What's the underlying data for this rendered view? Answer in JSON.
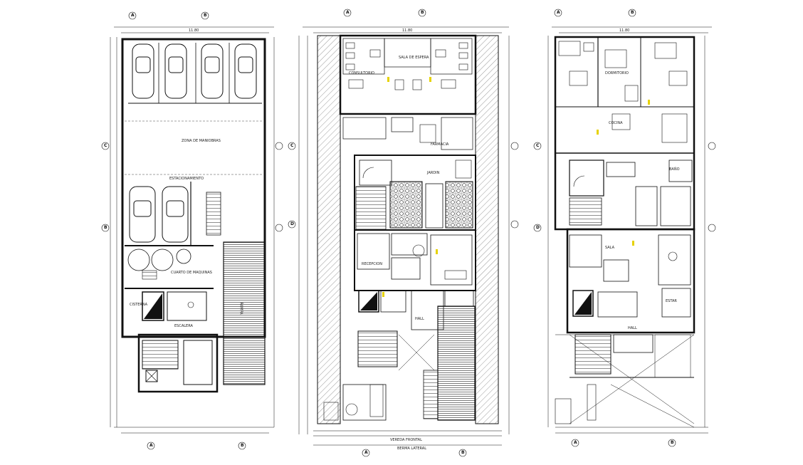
{
  "drawing": {
    "plans": [
      {
        "id": "basement",
        "grid_top": [
          "A",
          "B"
        ],
        "grid_bottom": [
          "A",
          "B"
        ],
        "grid_side": [
          "C",
          "B"
        ],
        "overall_dimension": "11.80",
        "room_labels": [
          "ZONA DE MANIOBRAS",
          "ESTACIONAMIENTO",
          "CUARTO DE MAQUINAS",
          "CISTERNA",
          "ESCALERA",
          "RAMPA"
        ]
      },
      {
        "id": "ground",
        "grid_top": [
          "A",
          "B"
        ],
        "grid_bottom": [
          "A",
          "B"
        ],
        "grid_side": [
          "C",
          "D"
        ],
        "overall_dimension": "11.80",
        "room_labels": [
          "SALA DE ESPERA",
          "CONSULTORIO",
          "FARMACIA",
          "RECEPCION",
          "JARDIN",
          "HALL"
        ],
        "bottom_notes": [
          "VEREDA FRONTAL",
          "BERMA LATERAL"
        ]
      },
      {
        "id": "upper",
        "grid_top": [
          "A",
          "B"
        ],
        "grid_bottom": [
          "A",
          "B"
        ],
        "grid_side": [
          "C",
          "D"
        ],
        "overall_dimension": "11.80",
        "room_labels": [
          "DORMITORIO",
          "BAÑO",
          "COCINA",
          "SALA",
          "HALL",
          "ESTAR"
        ]
      }
    ],
    "colors": {
      "line": "#111111",
      "hatch": "#333333",
      "accent": "#e6d200",
      "paper": "#ffffff"
    }
  }
}
